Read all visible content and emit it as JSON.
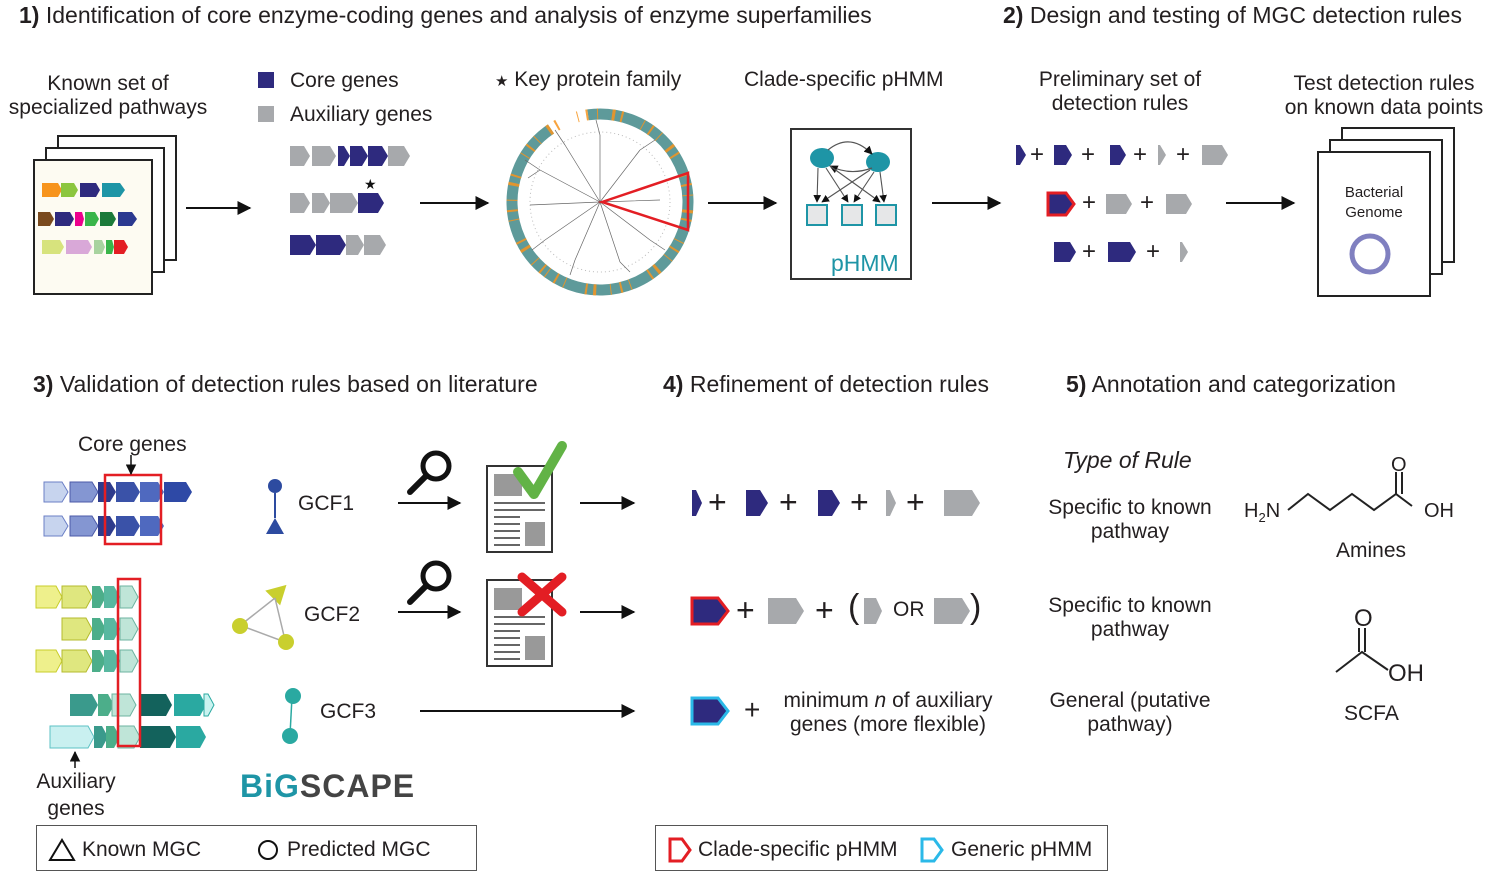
{
  "sections": {
    "s1": {
      "num": "1)",
      "title": "Identification of core enzyme-coding genes and analysis of enzyme superfamilies"
    },
    "s2": {
      "num": "2)",
      "title": "Design and testing of MGC detection rules"
    },
    "s3": {
      "num": "3)",
      "title": "Validation of detection rules based on literature"
    },
    "s4": {
      "num": "4)",
      "title": "Refinement of detection rules"
    },
    "s5": {
      "num": "5)",
      "title": "Annotation and categorization"
    }
  },
  "step1": {
    "known_set_line1": "Known set of",
    "known_set_line2": "specialized pathways",
    "core_genes": "Core genes",
    "auxiliary_genes": "Auxiliary genes",
    "key_protein_family": "Key protein family",
    "clade_specific_phmm": "Clade-specific pHMM",
    "phmm_label": "pHMM"
  },
  "step2": {
    "preliminary_line1": "Preliminary set of",
    "preliminary_line2": "detection rules",
    "test_line1": "Test detection rules",
    "test_line2": "on known data points",
    "bacterial_line1": "Bacterial",
    "bacterial_line2": "Genome",
    "plus": "+"
  },
  "step3": {
    "core_genes": "Core genes",
    "auxiliary_line1": "Auxiliary",
    "auxiliary_line2": "genes",
    "gcf1": "GCF1",
    "gcf2": "GCF2",
    "gcf3": "GCF3",
    "bigscape_big": "BiG",
    "bigscape_scape": "SCAPE"
  },
  "step4": {
    "plus": "+",
    "open_paren": "(",
    "close_paren": ")",
    "or": "OR",
    "minimum_pre": "minimum ",
    "minimum_n": "n",
    "minimum_post": " of auxiliary",
    "minimum_line2": "genes (more flexible)"
  },
  "step5": {
    "type_of_rule": "Type of Rule",
    "rule1_line1": "Specific to known",
    "rule1_line2": "pathway",
    "rule2_line1": "Specific to known",
    "rule2_line2": "pathway",
    "rule3_line1": "General (putative",
    "rule3_line2": "pathway)",
    "amines": "Amines",
    "scfa": "SCFA",
    "chem_o": "O",
    "chem_oh": "OH",
    "chem_h2n_h": "H",
    "chem_h2n_sub": "2",
    "chem_h2n_n": "N"
  },
  "legend_left": {
    "known": "Known MGC",
    "predicted": "Predicted MGC"
  },
  "legend_right": {
    "clade": "Clade-specific pHMM",
    "generic": "Generic pHMM"
  },
  "colors": {
    "core": "#2e2a7e",
    "auxiliary": "#a7a9ac",
    "clade_red": "#e31e24",
    "generic_cyan": "#2bb9e8",
    "teal": "#1e95a6",
    "tree_ring": "#5e9a9a",
    "tree_orange": "#f7941d",
    "check_green": "#62b346",
    "chem_ring": "#8080c0"
  }
}
